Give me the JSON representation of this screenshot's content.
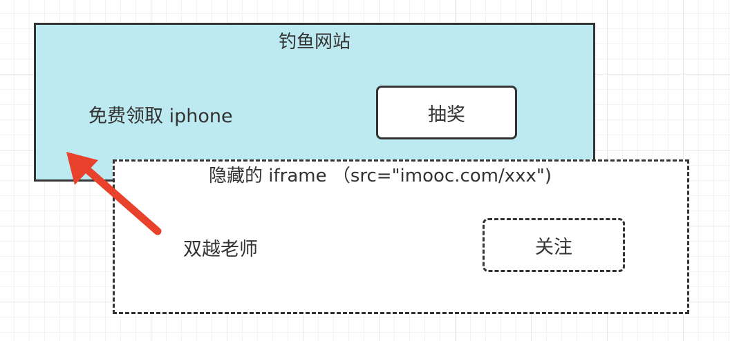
{
  "phishing_site": {
    "title": "钓鱼网站",
    "offer_text": "免费领取 iphone",
    "button_label": "抽奖",
    "background_color": "#bde9f0"
  },
  "hidden_iframe": {
    "title": "隐藏的 iframe （src=\"imooc.com/xxx\")",
    "teacher_text": "双越老师",
    "button_label": "关注"
  },
  "arrow": {
    "color": "#e8412c",
    "icon": "red-arrow-icon"
  }
}
